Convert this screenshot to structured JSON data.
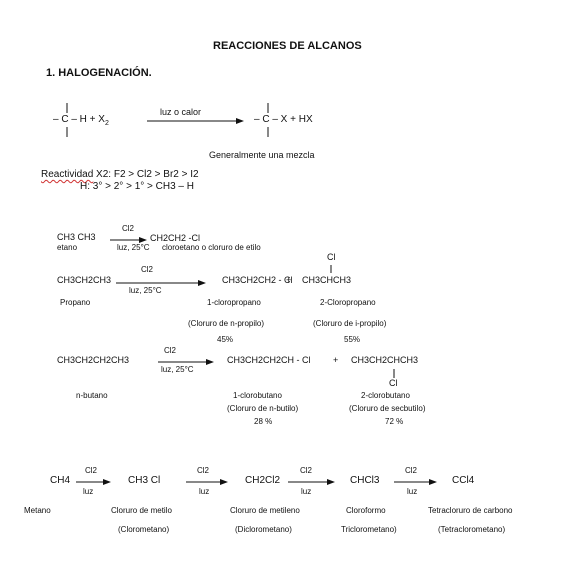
{
  "document": {
    "title": "REACCIONES DE ALCANOS",
    "section": "1. HALOGENACIÓN.",
    "general": {
      "reactant": "– C – H  +  X",
      "reactant_sub": "2",
      "condition": "luz o calor",
      "product": "– C – X  + HX",
      "note": "Generalmente una mezcla"
    },
    "reactivity": {
      "label": "Reactividad",
      "x2_line": "X2:  F2 > Cl2 >  Br2 >  I2",
      "h_line": "H: 3° > 2° > 1° > CH3 – H"
    },
    "ethane": {
      "reactant": "CH3 CH3",
      "name": "etano",
      "reagent": "Cl2",
      "condition": "luz, 25°C",
      "product": "CH2CH2 -Cl",
      "product_name": "cloroetano o cloruro de etilo"
    },
    "propane": {
      "reactant": "CH3CH2CH3",
      "name": "Propano",
      "reagent": "Cl2",
      "condition": "luz, 25°C",
      "product1": "CH3CH2CH2 - Cl",
      "plus": "+",
      "product2_sub": "Cl",
      "product2": "CH3CHCH3",
      "name1": "1-cloropropano",
      "name2": "2-Cloropropano",
      "alt1": "(Cloruro de n-propilo)",
      "alt2": "(Cloruro de i-propilo)",
      "pct1": "45%",
      "pct2": "55%"
    },
    "butane": {
      "reactant": "CH3CH2CH2CH3",
      "name": "n-butano",
      "reagent": "Cl2",
      "condition": "luz, 25°C",
      "product1": "CH3CH2CH2CH - Cl",
      "plus": "+",
      "product2": "CH3CH2CHCH3",
      "product2_sub": "Cl",
      "name1": "1-clorobutano",
      "name2": "2-clorobutano",
      "alt1": "(Cloruro de n-butilo)",
      "alt2": "(Cloruro de secbutilo)",
      "pct1": "28 %",
      "pct2": "72 %"
    },
    "methane": {
      "compounds": [
        "CH4",
        "CH3 Cl",
        "CH2Cl2",
        "CHCl3",
        "CCl4"
      ],
      "reagent": "Cl2",
      "condition": "luz",
      "names": [
        "Metano",
        "Cloruro de metilo",
        "Cloruro de metileno",
        "Cloroformo",
        "Tetracloruro de carbono"
      ],
      "iupac": [
        "(Clorometano)",
        "(Diclorometano)",
        "Triclorometano)",
        "(Tetraclorometano)"
      ]
    }
  }
}
